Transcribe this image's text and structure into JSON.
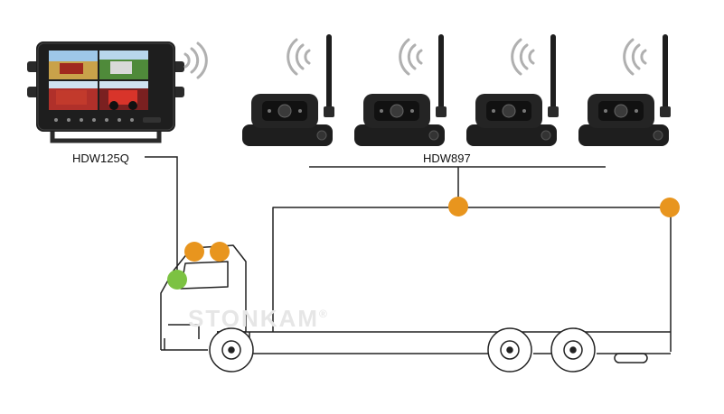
{
  "monitor": {
    "model": "HDW125Q",
    "screen_quadrant_colors": [
      "#c9a24a",
      "#4f8a3a",
      "#b0302a",
      "#7a2020"
    ]
  },
  "camera": {
    "model": "HDW897",
    "count": 4
  },
  "watermark": {
    "text": "STONKAM",
    "mark": "®"
  },
  "colors": {
    "line": "#222222",
    "camera_node": "#e8951e",
    "monitor_node": "#7cc242",
    "wifi": "#b0b0b0",
    "device_body": "#1e1e1e"
  }
}
